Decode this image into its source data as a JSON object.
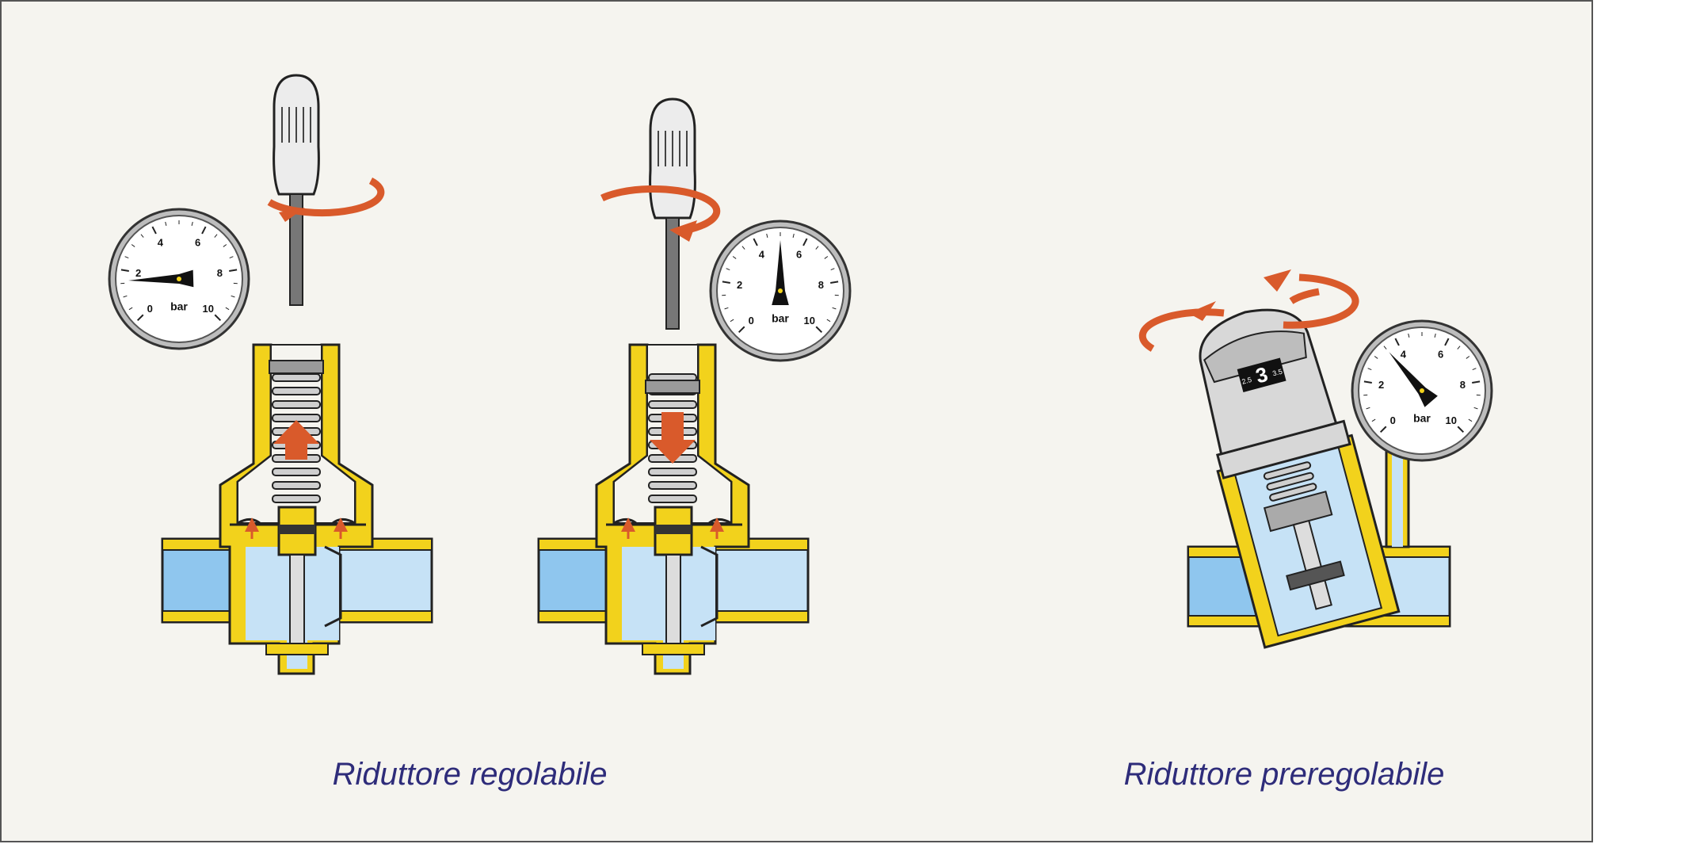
{
  "captions": {
    "adjustable": "Riduttore regolabile",
    "preset": "Riduttore preregolabile"
  },
  "gauges": {
    "unit": "bar",
    "ticks": [
      "0",
      "2",
      "4",
      "6",
      "8",
      "10"
    ],
    "readings_bar": {
      "adjustable_low": 1.6,
      "adjustable_high": 5.0,
      "preset": 3.5
    }
  },
  "dial": {
    "value": "3",
    "left": "2.5",
    "right": "3.5"
  },
  "colors": {
    "brass": "#f2d21c",
    "water": "#8fc6ee",
    "water_light": "#c6e2f6",
    "arrow": "#d95a2b",
    "caption": "#2e2c7a",
    "background": "#f5f4ef"
  }
}
